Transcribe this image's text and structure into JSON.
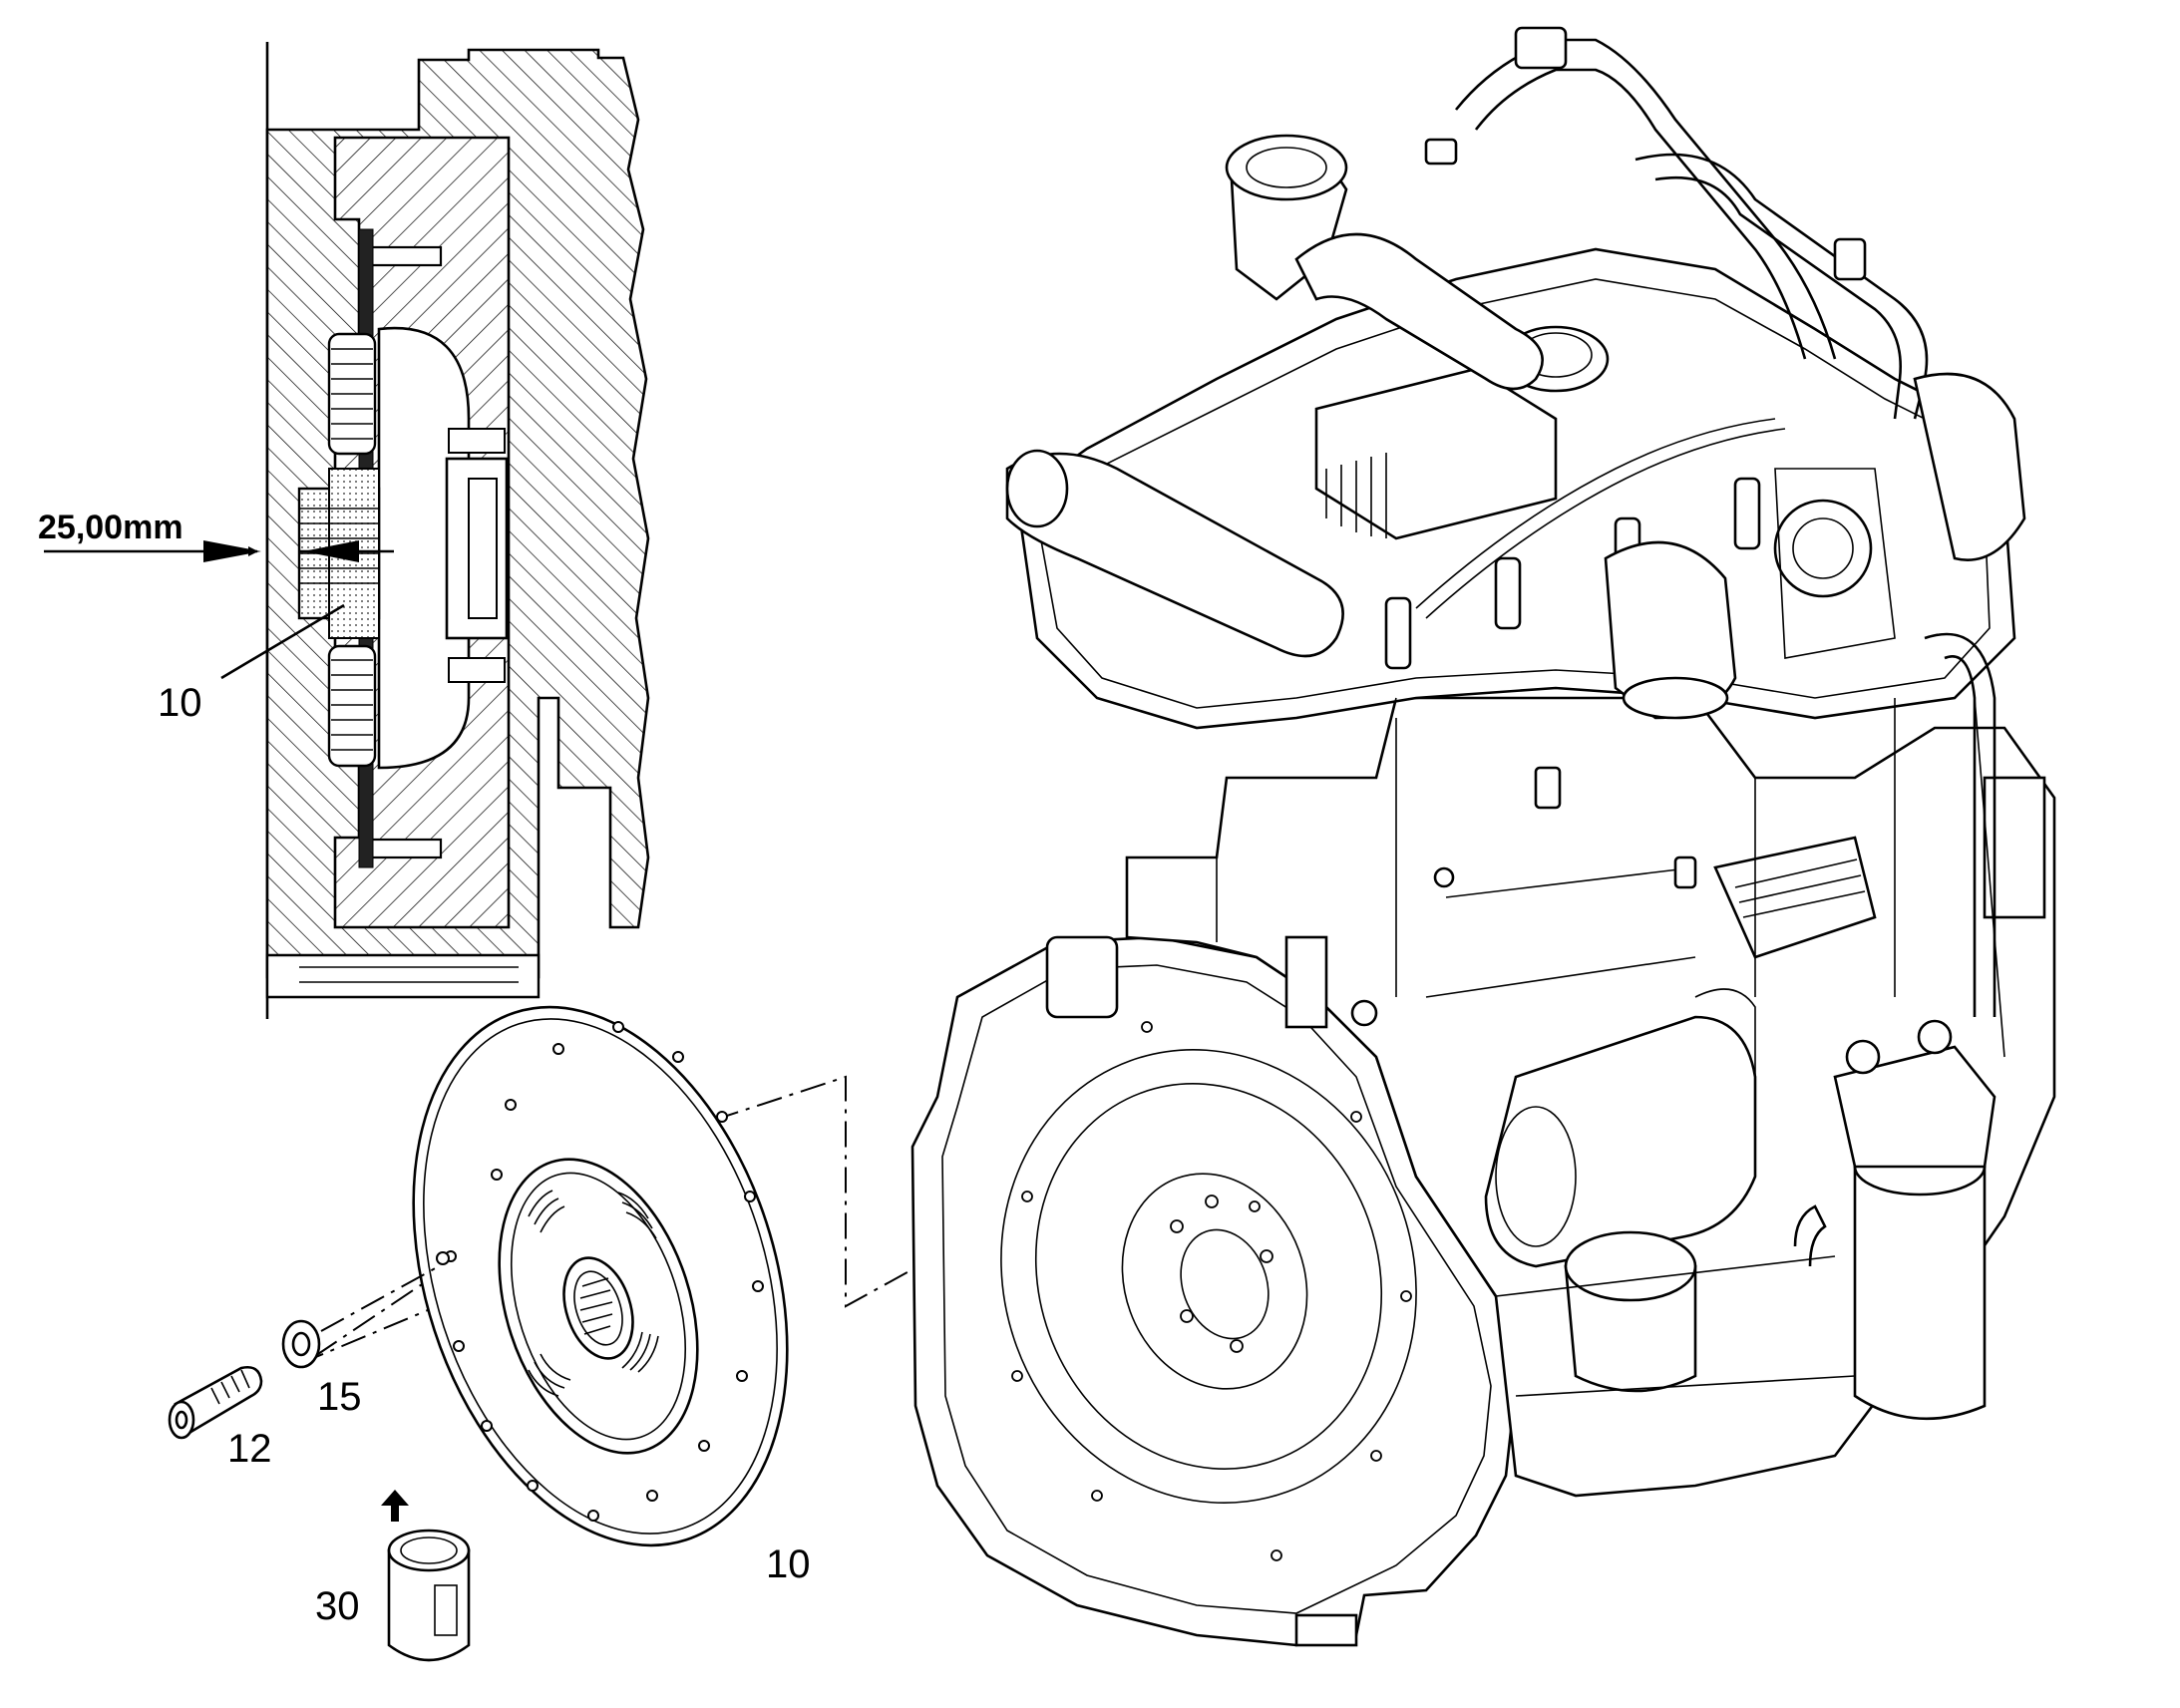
{
  "labels": {
    "dimension": "25,00mm",
    "callout_section_10": "10",
    "callout_12": "12",
    "callout_15": "15",
    "callout_30": "30",
    "callout_disc_10": "10"
  }
}
